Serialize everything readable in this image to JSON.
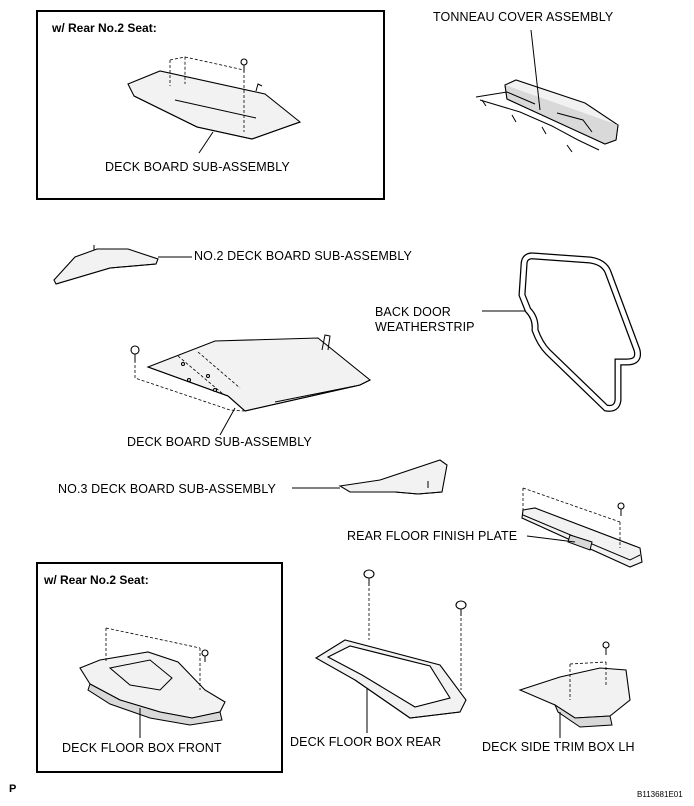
{
  "top_box": {
    "title": "w/ Rear No.2 Seat:",
    "part_label": "DECK BOARD SUB-ASSEMBLY"
  },
  "tonneau": {
    "label": "TONNEAU COVER ASSEMBLY"
  },
  "no2_deck": {
    "label": "NO.2 DECK BOARD SUB-ASSEMBLY"
  },
  "weatherstrip": {
    "label_line1": "BACK DOOR",
    "label_line2": "WEATHERSTRIP"
  },
  "deck_board": {
    "label": "DECK BOARD SUB-ASSEMBLY"
  },
  "no3_deck": {
    "label": "NO.3 DECK BOARD SUB-ASSEMBLY"
  },
  "finish_plate": {
    "label": "REAR FLOOR FINISH PLATE"
  },
  "bottom_box": {
    "title": "w/ Rear No.2 Seat:",
    "part_label": "DECK FLOOR BOX FRONT"
  },
  "floor_box_rear": {
    "label": "DECK FLOOR BOX REAR"
  },
  "side_trim": {
    "label": "DECK SIDE TRIM BOX LH"
  },
  "footer": {
    "corner_letter": "P",
    "figure_id": "B113681E01"
  }
}
